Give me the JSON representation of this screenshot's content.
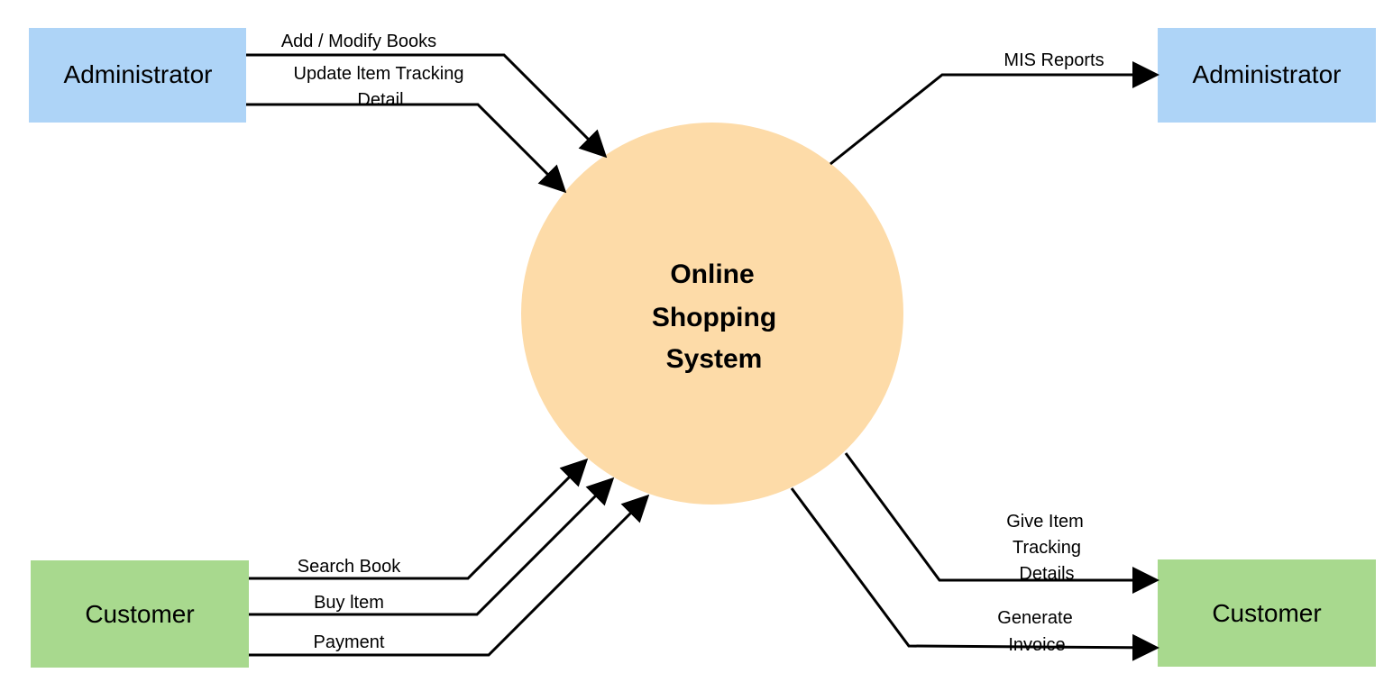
{
  "process": {
    "label_lines": [
      "Online",
      "Shopping",
      "System"
    ],
    "color": "#FDDBA8"
  },
  "entities": {
    "admin_source": {
      "label": "Administrator",
      "color": "#AED4F7"
    },
    "admin_sink": {
      "label": "Administrator",
      "color": "#AED4F7"
    },
    "customer_source": {
      "label": "Customer",
      "color": "#A8D98E"
    },
    "customer_sink": {
      "label": "Customer",
      "color": "#A8D98E"
    }
  },
  "flows": {
    "add_modify_books": "Add / Modify Books",
    "update_tracking": [
      "Update ltem Tracking",
      "Detail"
    ],
    "mis_reports": "MIS Reports",
    "search_book": "Search Book",
    "buy_item": "Buy ltem",
    "payment": "Payment",
    "give_tracking": [
      "Give Item",
      "Tracking",
      "Details"
    ],
    "generate_invoice": [
      "Generate",
      "Invoice"
    ]
  }
}
